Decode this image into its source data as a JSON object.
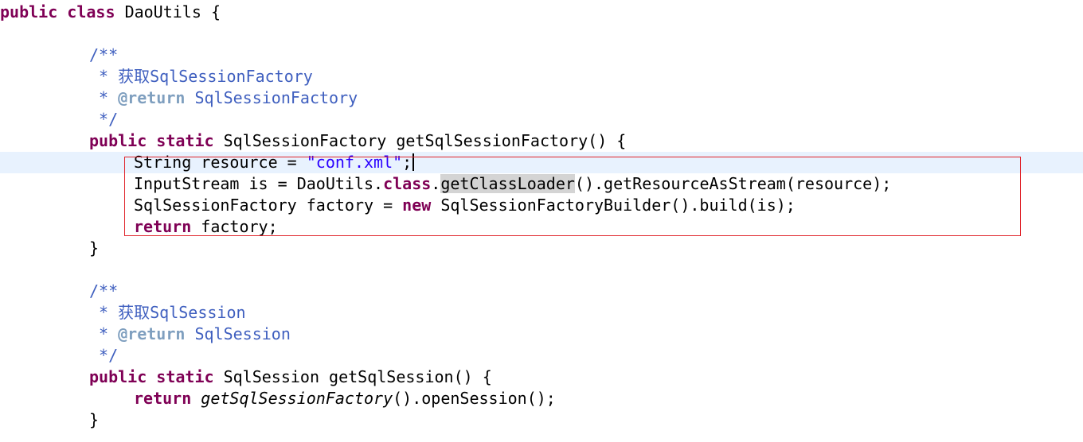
{
  "class_decl": {
    "kw_public": "public",
    "kw_class": "class",
    "name": "DaoUtils",
    "brace": "{"
  },
  "method1": {
    "javadoc_open": "/**",
    "javadoc_desc": " * 获取SqlSessionFactory",
    "javadoc_star": " * ",
    "javadoc_tag": "@return",
    "javadoc_tag_text": " SqlSessionFactory",
    "javadoc_close": " */",
    "kw_public": "public",
    "kw_static": "static",
    "signature": " SqlSessionFactory getSqlSessionFactory() {",
    "line1_pre": "String resource = ",
    "line1_str": "\"conf.xml\"",
    "line1_post": ";",
    "line2_pre": "InputStream is = DaoUtils.",
    "line2_kw": "class",
    "line2_dot": ".",
    "line2_occ": "getClassLoader",
    "line2_post": "().getResourceAsStream(resource);",
    "line3_pre": "SqlSessionFactory factory = ",
    "line3_kw": "new",
    "line3_post": " SqlSessionFactoryBuilder().build(is);",
    "line4_kw": "return",
    "line4_post": " factory;",
    "close": "}"
  },
  "method2": {
    "javadoc_open": "/**",
    "javadoc_desc": " * 获取SqlSession",
    "javadoc_star": " * ",
    "javadoc_tag": "@return",
    "javadoc_tag_text": " SqlSession",
    "javadoc_close": " */",
    "kw_public": "public",
    "kw_static": "static",
    "signature": " SqlSession getSqlSession() {",
    "line1_kw": "return",
    "line1_it": "getSqlSessionFactory",
    "line1_post": "().openSession();",
    "close": "}"
  },
  "colors": {
    "keyword": "#7f0055",
    "javadoc": "#3f5fbf",
    "javadoc_tag": "#7f9fbf",
    "string": "#2a00ff",
    "current_line": "#e8f2fe",
    "highlight_border": "#e0242b"
  }
}
